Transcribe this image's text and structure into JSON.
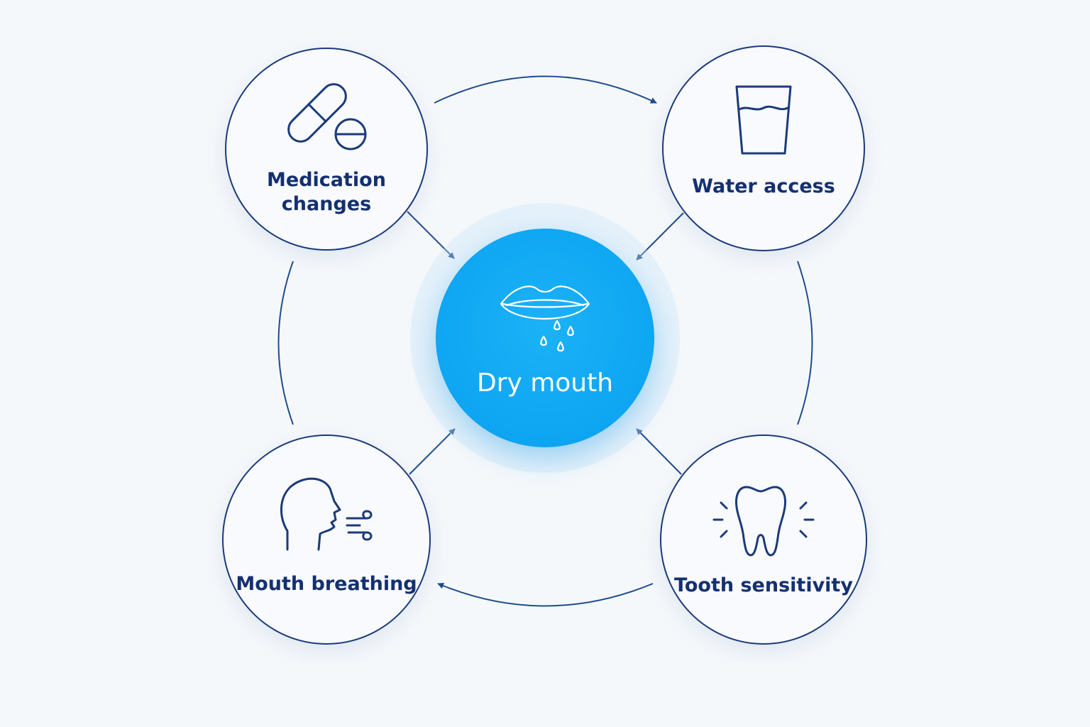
{
  "center": {
    "label": "Dry mouth",
    "icon": "lips-drops-icon",
    "color": "#0ea5f2"
  },
  "nodes": {
    "medication": {
      "label": "Medication\nchanges",
      "icon": "pill-capsule-icon"
    },
    "water": {
      "label": "Water access",
      "icon": "water-glass-icon"
    },
    "breathing": {
      "label": "Mouth breathing",
      "icon": "head-breath-icon"
    },
    "tooth": {
      "label": "Tooth sensitivity",
      "icon": "tooth-icon"
    }
  },
  "colors": {
    "outline": "#1b3a7a",
    "text": "#143070",
    "background": "#f5f8fb"
  }
}
